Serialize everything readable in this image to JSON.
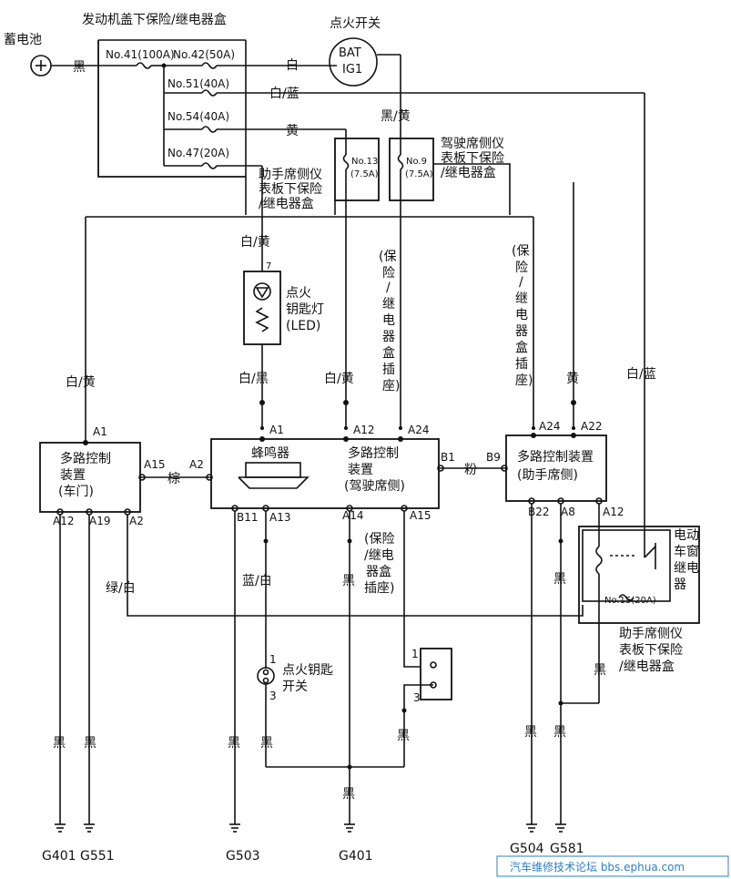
{
  "title_fusebox_engine": "发动机盖下保险/继电器盒",
  "battery": "蓄电池",
  "ignition_switch": "点火开关",
  "bat": "BAT",
  "ig1": "IG1",
  "fuse41": "No.41(100A)",
  "fuse42": "No.42(50A)",
  "fuse51": "No.51(40A)",
  "fuse54": "No.54(40A)",
  "fuse47": "No.47(20A)",
  "fuse13_a": "No.13",
  "fuse13_b": "(7.5A)",
  "fuse9_a": "No.9",
  "fuse9_b": "(7.5A)",
  "fuse15": "No.15(20A)",
  "wire_black": "黑",
  "wire_white": "白",
  "wire_white_blue": "白/蓝",
  "wire_yellow": "黄",
  "wire_black_yellow": "黑/黄",
  "wire_white_yellow": "白/黄",
  "wire_white_black": "白/黑",
  "wire_brown": "棕",
  "wire_pink": "粉",
  "wire_green_white": "绿/白",
  "wire_blue_white": "蓝/白",
  "driver_box": [
    "驾驶席侧仪",
    "表板下保险",
    "/继电器盒"
  ],
  "passenger_box_top": [
    "助手席侧仪",
    "表板下保险",
    "/继电器盒"
  ],
  "passenger_box_bottom": [
    "助手席侧仪",
    "表板下保险",
    "/继电器盒"
  ],
  "socket_vertical_1": [
    "(保",
    "险",
    "/",
    "继",
    "电",
    "器",
    "盒",
    "插",
    "座)"
  ],
  "socket_vertical_2": [
    "(保",
    "险",
    "/",
    "继",
    "电",
    "器",
    "盒",
    "插",
    "座)"
  ],
  "socket_small": [
    "(保险",
    "/继电",
    "器盒",
    "插座)"
  ],
  "key_light": [
    "点火",
    "钥匙灯",
    "(LED)"
  ],
  "door_unit": [
    "多路控制",
    "装置",
    "(车门)"
  ],
  "driver_unit": [
    "多路控制",
    "装置",
    "(驾驶席侧)"
  ],
  "passenger_unit": [
    "多路控制装置",
    "(助手席侧)"
  ],
  "buzzer": "蜂鸣器",
  "window_relay": [
    "电动",
    "车窗",
    "继电",
    "器"
  ],
  "key_switch": [
    "点火钥匙",
    "开关"
  ],
  "pins": {
    "a1": "A1",
    "a2": "A2",
    "a12": "A12",
    "a13": "A13",
    "a14": "A14",
    "a15": "A15",
    "a19": "A19",
    "a22": "A22",
    "a24": "A24",
    "a8": "A8",
    "b1": "B1",
    "b9": "B9",
    "b11": "B11",
    "b22": "B22",
    "p7": "7",
    "p1": "1",
    "p3": "3"
  },
  "grounds": {
    "g401a": "G401",
    "g551": "G551",
    "g503": "G503",
    "g401b": "G401",
    "g504": "G504",
    "g581": "G581"
  },
  "watermark": "汽车维修技术论坛 bbs.ephua.com"
}
